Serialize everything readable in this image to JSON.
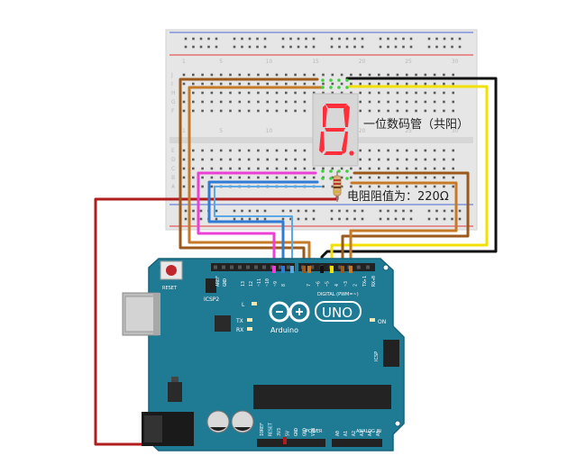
{
  "labels": {
    "display": "一位数码管（共阳）",
    "resistor": "电阻阻值为：220Ω"
  },
  "segment_display": {
    "digit": "8."
  },
  "arduino": {
    "logo_text": "Arduino",
    "model": "UNO",
    "reset_label": "RESET",
    "icsp2_label": "ICSP2",
    "icsp_label": "ICSP",
    "on_label": "ON",
    "digital_label": "DIGITAL (PWM=~)",
    "analog_label": "ANALOG IN",
    "power_label": "POWER",
    "led_labels": [
      "L",
      "TX",
      "RX"
    ],
    "aref_label": "AREF",
    "gnd_label": "GND",
    "digital_pins": [
      "13",
      "12",
      "~11",
      "~10",
      "~9",
      "8",
      "7",
      "~6",
      "~5",
      "4",
      "~3",
      "2",
      "TX▸1",
      "RX◂0"
    ],
    "power_pins": [
      "IOREF",
      "RESET",
      "3V3",
      "5V",
      "GND",
      "GND",
      "VIN"
    ],
    "analog_pins": [
      "A0",
      "A1",
      "A2",
      "A3",
      "A4",
      "A5"
    ]
  },
  "breadboard": {
    "column_numbers": [
      "1",
      "5",
      "10",
      "15",
      "20",
      "25",
      "30"
    ],
    "row_letters_top": [
      "J",
      "I",
      "H",
      "G",
      "F"
    ],
    "row_letters_bottom": [
      "E",
      "D",
      "C",
      "B",
      "A"
    ]
  },
  "colors": {
    "board": "#1f7a94",
    "board_edge": "#17627a",
    "breadboard": "#e9e9e9",
    "wire_red": "#b11d1d",
    "wire_black": "#111111",
    "wire_yellow": "#f2e100",
    "wire_brown": "#9b5a1c",
    "wire_orange_brown": "#c67a26",
    "wire_pink": "#ec3fd5",
    "wire_blue": "#2f7bd6",
    "segment_red": "#ff2e3a"
  }
}
